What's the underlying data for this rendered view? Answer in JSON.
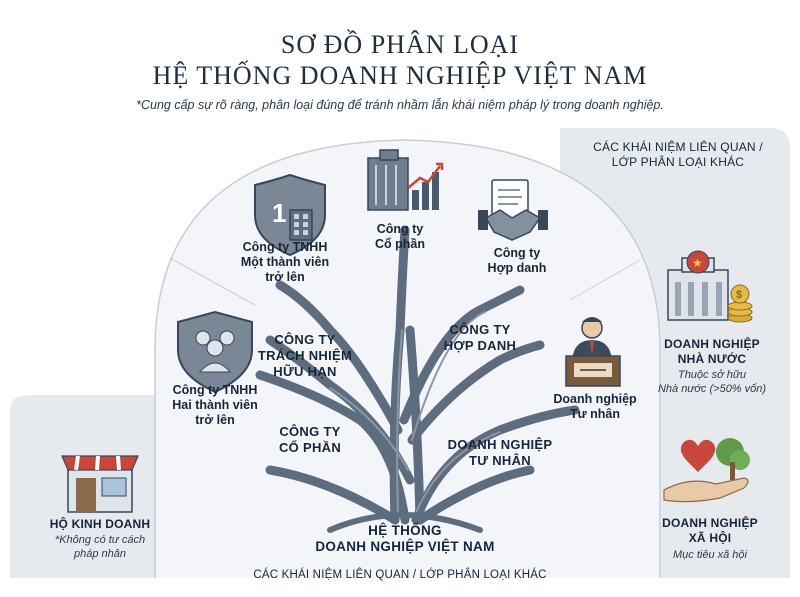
{
  "header": {
    "title_line1": "SƠ ĐỒ PHÂN LOẠI",
    "title_line2": "HỆ THỐNG DOANH NGHIỆP VIỆT NAM",
    "subtitle": "*Cung cấp sự rõ ràng, phân loại đúng để tránh nhầm lẫn khái niệm pháp lý trong doanh nghiệp."
  },
  "tree": {
    "root_line1": "HỆ THỐNG",
    "root_line2": "DOANH NGHIỆP VIỆT NAM",
    "branches": {
      "tnhh": [
        "CÔNG TY",
        "TRÁCH NHIỆM",
        "HỮU HẠN"
      ],
      "hop_danh": [
        "CÔNG TY",
        "HỢP DANH"
      ],
      "co_phan": [
        "CÔNG TY",
        "CỔ PHẦN"
      ],
      "tu_nhan": [
        "DOANH NGHIỆP",
        "TƯ NHÂN"
      ]
    },
    "leaves": {
      "mtv": [
        "Công ty TNHH",
        "Một thành viên",
        "trở lên"
      ],
      "htv": [
        "Công ty TNHH",
        "Hai thành viên",
        "trở lên"
      ],
      "co_phan": [
        "Công ty",
        "Cổ phần"
      ],
      "hop_danh": [
        "Công ty",
        "Hợp danh"
      ],
      "tu_nhan": [
        "Doanh nghiệp",
        "Tư nhân"
      ]
    }
  },
  "right_panel": {
    "heading_line1": "CÁC KHÁI NIỆM LIÊN QUAN /",
    "heading_line2": "LỚP PHÂN LOẠI KHÁC",
    "state": {
      "name_line1": "DOANH NGHIỆP",
      "name_line2": "NHÀ NƯỚC",
      "note_line1": "Thuộc sở hữu",
      "note_line2": "Nhà nước (>50% vốn)"
    },
    "social": {
      "name_line1": "DOANH NGHIỆP",
      "name_line2": "XÃ HỘI",
      "note": "Mục tiêu xã hội"
    }
  },
  "left_panel": {
    "name": "HỘ KINH DOANH",
    "note_line1": "*Không có tư cách",
    "note_line2": "pháp nhân"
  },
  "footer": "CÁC KHÁI NIỆM LIÊN QUAN / LỚP PHÂN LOẠI KHÁC",
  "colors": {
    "trunk": "#5d6c7e",
    "panel": "#e6e9ee",
    "arch": "#f2f4f7",
    "accent_red": "#c9463d"
  }
}
